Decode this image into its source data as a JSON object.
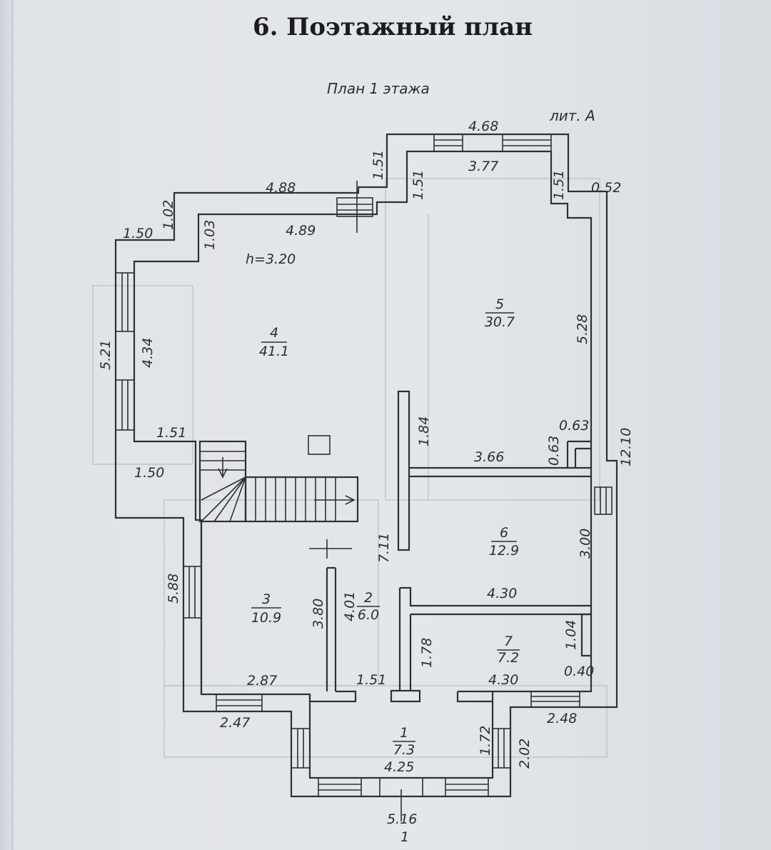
{
  "document": {
    "title": "6. Поэтажный план",
    "subtitle": "План 1 этажа",
    "litera": "лит. А",
    "ceiling_height": "h=3.20",
    "section_mark": "1"
  },
  "rooms": [
    {
      "number": "1",
      "area": "7.3"
    },
    {
      "number": "2",
      "area": "6.0"
    },
    {
      "number": "3",
      "area": "10.9"
    },
    {
      "number": "4",
      "area": "41.1"
    },
    {
      "number": "5",
      "area": "30.7"
    },
    {
      "number": "6",
      "area": "12.9"
    },
    {
      "number": "7",
      "area": "7.2"
    }
  ],
  "dimensions": {
    "top_468": "4.68",
    "inner_377": "3.77",
    "d_151_a": "1.51",
    "d_151_b": "1.51",
    "d_151_c": "1.51",
    "d_052": "0.52",
    "d_488": "4.88",
    "d_489": "4.89",
    "d_102": "1.02",
    "d_150_top": "1.50",
    "d_103": "1.03",
    "d_521": "5.21",
    "d_434": "4.34",
    "d_528": "5.28",
    "d_151_left": "1.51",
    "d_150_left": "1.50",
    "d_184": "1.84",
    "d_366": "3.66",
    "d_063_a": "0.63",
    "d_063_b": "0.63",
    "d_1210": "12.10",
    "d_711": "7.11",
    "d_300": "3.00",
    "d_588": "5.88",
    "d_380": "3.80",
    "d_401": "4.01",
    "d_430_top": "4.30",
    "d_104": "1.04",
    "d_178": "1.78",
    "d_040": "0.40",
    "d_287": "2.87",
    "d_151_bottom": "1.51",
    "d_430_bottom": "4.30",
    "d_247": "2.47",
    "d_248": "2.48",
    "d_172": "1.72",
    "d_202": "2.02",
    "d_425": "4.25",
    "d_516": "5.16"
  }
}
